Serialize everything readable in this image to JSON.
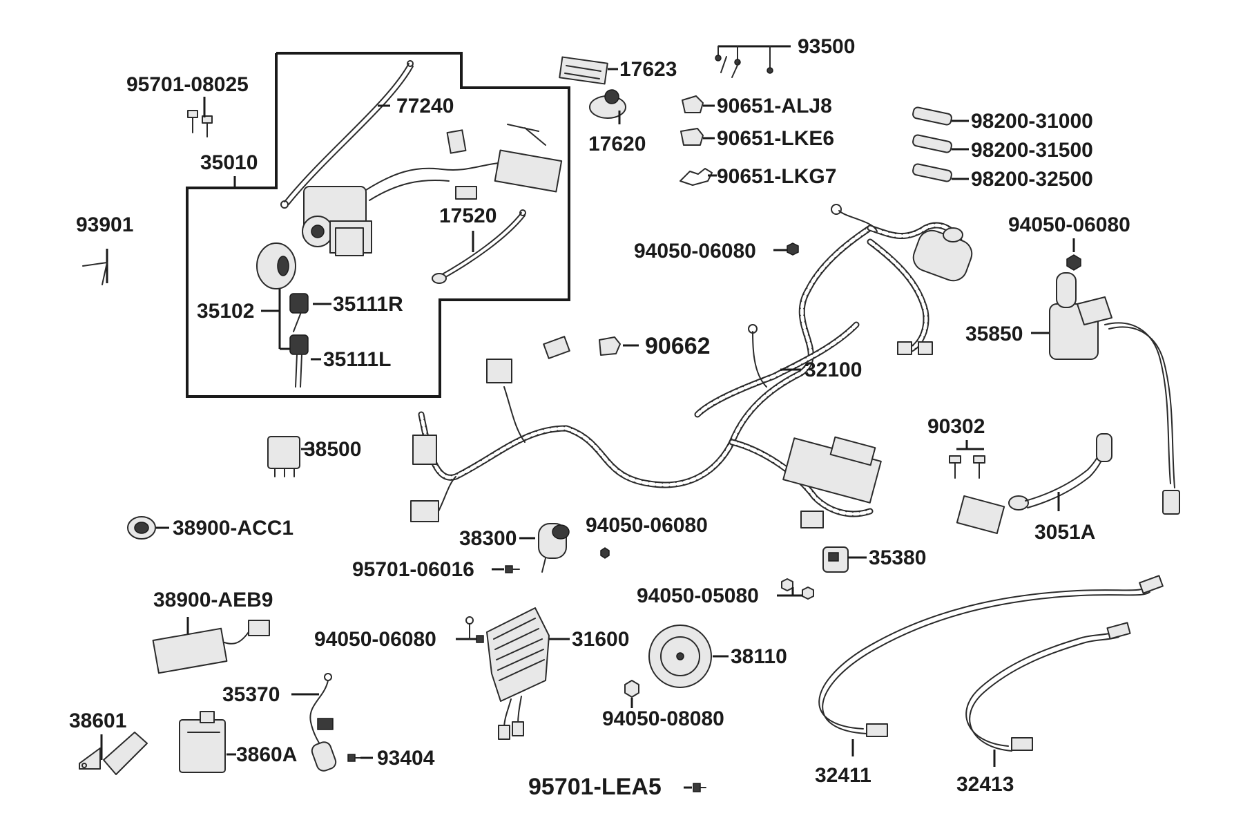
{
  "labels": {
    "p93500": "93500",
    "p95701_08025": "95701-08025",
    "p77240": "77240",
    "p17623": "17623",
    "p17620": "17620",
    "p90651_ALJ8": "90651-ALJ8",
    "p90651_LKE6": "90651-LKE6",
    "p90651_LKG7": "90651-LKG7",
    "p98200_31000": "98200-31000",
    "p98200_31500": "98200-31500",
    "p98200_32500": "98200-32500",
    "p35010": "35010",
    "p93901": "93901",
    "p17520": "17520",
    "p94050_06080_a": "94050-06080",
    "p94050_06080_b": "94050-06080",
    "p35102": "35102",
    "p35111R": "35111R",
    "p35111L": "35111L",
    "p90662": "90662",
    "p32100": "32100",
    "p35850": "35850",
    "p90302": "90302",
    "p38500": "38500",
    "p38900_ACC1": "38900-ACC1",
    "p38300": "38300",
    "p94050_06080_c": "94050-06080",
    "p3051A": "3051A",
    "p95701_06016": "95701-06016",
    "p35380": "35380",
    "p94050_05080": "94050-05080",
    "p38900_AEB9": "38900-AEB9",
    "p94050_06080_d": "94050-06080",
    "p31600": "31600",
    "p38110": "38110",
    "p35370": "35370",
    "p94050_08080": "94050-08080",
    "p38601": "38601",
    "p3860A": "3860A",
    "p93404": "93404",
    "p32411": "32411",
    "p32413": "32413",
    "p95701_LEA5": "95701-LEA5"
  },
  "icons": {
    "main_harness": "wire-harness-icon",
    "ignition_switch": "ignition-switch-icon",
    "key": "key-icon",
    "relay": "relay-icon",
    "fuse": "fuse-icon",
    "ignition_coil": "ignition-coil-icon",
    "regulator": "regulator-rectifier-icon",
    "horn": "horn-icon",
    "battery_cable": "battery-cable-icon",
    "bolt": "bolt-icon",
    "nut": "nut-icon",
    "clamp": "clamp-icon"
  }
}
